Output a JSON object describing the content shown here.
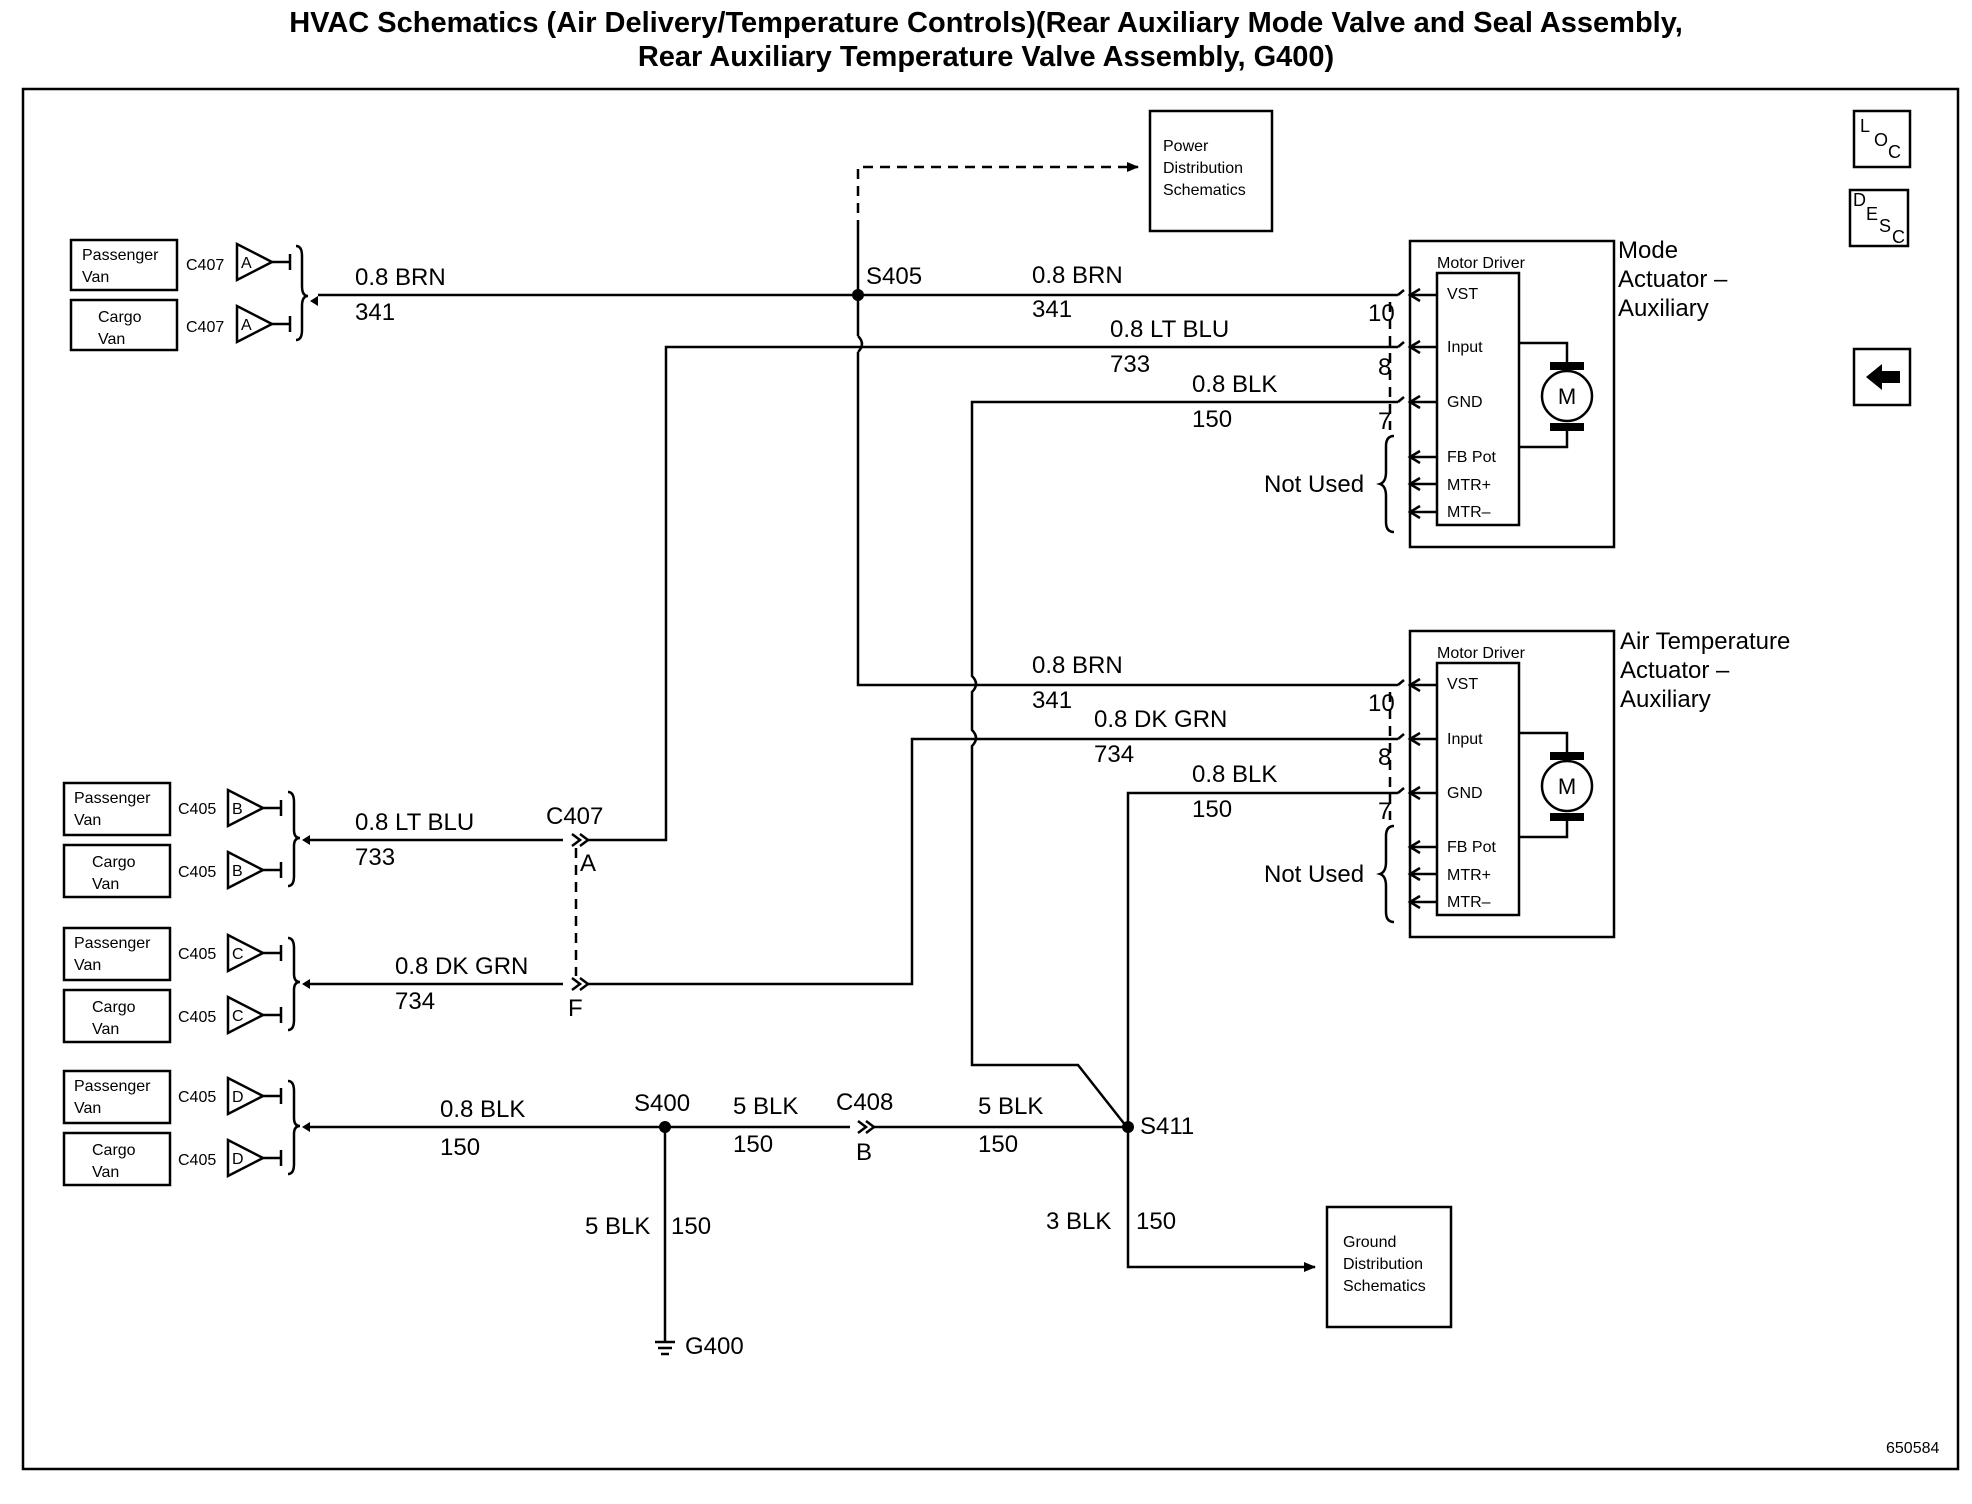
{
  "title": {
    "line1": "HVAC Schematics (Air Delivery/Temperature Controls)(Rear Auxiliary Mode Valve and Seal Assembly,",
    "line2": "Rear Auxiliary Temperature Valve Assembly, G400)"
  },
  "nav": {
    "loc": [
      "L",
      "O",
      "C"
    ],
    "desc": [
      "D",
      "E",
      "S",
      "C"
    ],
    "back_icon": "left-arrow-icon"
  },
  "power_box": [
    "Power",
    "Distribution",
    "Schematics"
  ],
  "ground_box": [
    "Ground",
    "Distribution",
    "Schematics"
  ],
  "vehicles": {
    "passenger": [
      "Passenger",
      "Van"
    ],
    "cargo": [
      "Cargo",
      "Van"
    ]
  },
  "left_connectors": [
    {
      "connector": "C407",
      "pin": "A"
    },
    {
      "connector": "C405",
      "pin": "B"
    },
    {
      "connector": "C405",
      "pin": "C"
    },
    {
      "connector": "C405",
      "pin": "D"
    }
  ],
  "splices": {
    "s405": "S405",
    "s400": "S400",
    "s411": "S411"
  },
  "inline_connectors": {
    "c407": "C407",
    "c407_pin_a": "A",
    "c407_pin_f": "F",
    "c408": "C408",
    "c408_pin": "B"
  },
  "ground": {
    "label": "G400",
    "icon": "ground-icon"
  },
  "wires": {
    "top_brn": {
      "label": "0.8 BRN",
      "circuit": "341"
    },
    "mode_brn": {
      "label": "0.8 BRN",
      "circuit": "341"
    },
    "mode_ltblu": {
      "label": "0.8 LT BLU",
      "circuit": "733"
    },
    "mode_blk": {
      "label": "0.8 BLK",
      "circuit": "150"
    },
    "air_brn": {
      "label": "0.8 BRN",
      "circuit": "341"
    },
    "air_dkgrn": {
      "label": "0.8 DK GRN",
      "circuit": "734"
    },
    "air_blk": {
      "label": "0.8 BLK",
      "circuit": "150"
    },
    "left_ltblu": {
      "label": "0.8 LT BLU",
      "circuit": "733"
    },
    "left_dkgrn": {
      "label": "0.8 DK GRN",
      "circuit": "734"
    },
    "left_blk": {
      "label": "0.8 BLK",
      "circuit": "150"
    },
    "s400_c408": {
      "label": "5 BLK",
      "circuit": "150"
    },
    "c408_s411": {
      "label": "5 BLK",
      "circuit": "150"
    },
    "s400_g400": {
      "label": "5 BLK",
      "circuit": "150"
    },
    "s411_ground": {
      "label": "3 BLK",
      "circuit": "150"
    }
  },
  "mode_actuator": {
    "name": [
      "Mode",
      "Actuator –",
      "Auxiliary"
    ],
    "driver": "Motor Driver",
    "pins": [
      "VST",
      "Input",
      "GND",
      "FB Pot",
      "MTR+",
      "MTR–"
    ],
    "pin_numbers": [
      "10",
      "8",
      "7"
    ],
    "not_used": "Not Used",
    "motor": "M"
  },
  "air_actuator": {
    "name": [
      "Air Temperature",
      "Actuator –",
      "Auxiliary"
    ],
    "driver": "Motor Driver",
    "pins": [
      "VST",
      "Input",
      "GND",
      "FB Pot",
      "MTR+",
      "MTR–"
    ],
    "pin_numbers": [
      "10",
      "8",
      "7"
    ],
    "not_used": "Not Used",
    "motor": "M"
  },
  "figure_id": "650584"
}
